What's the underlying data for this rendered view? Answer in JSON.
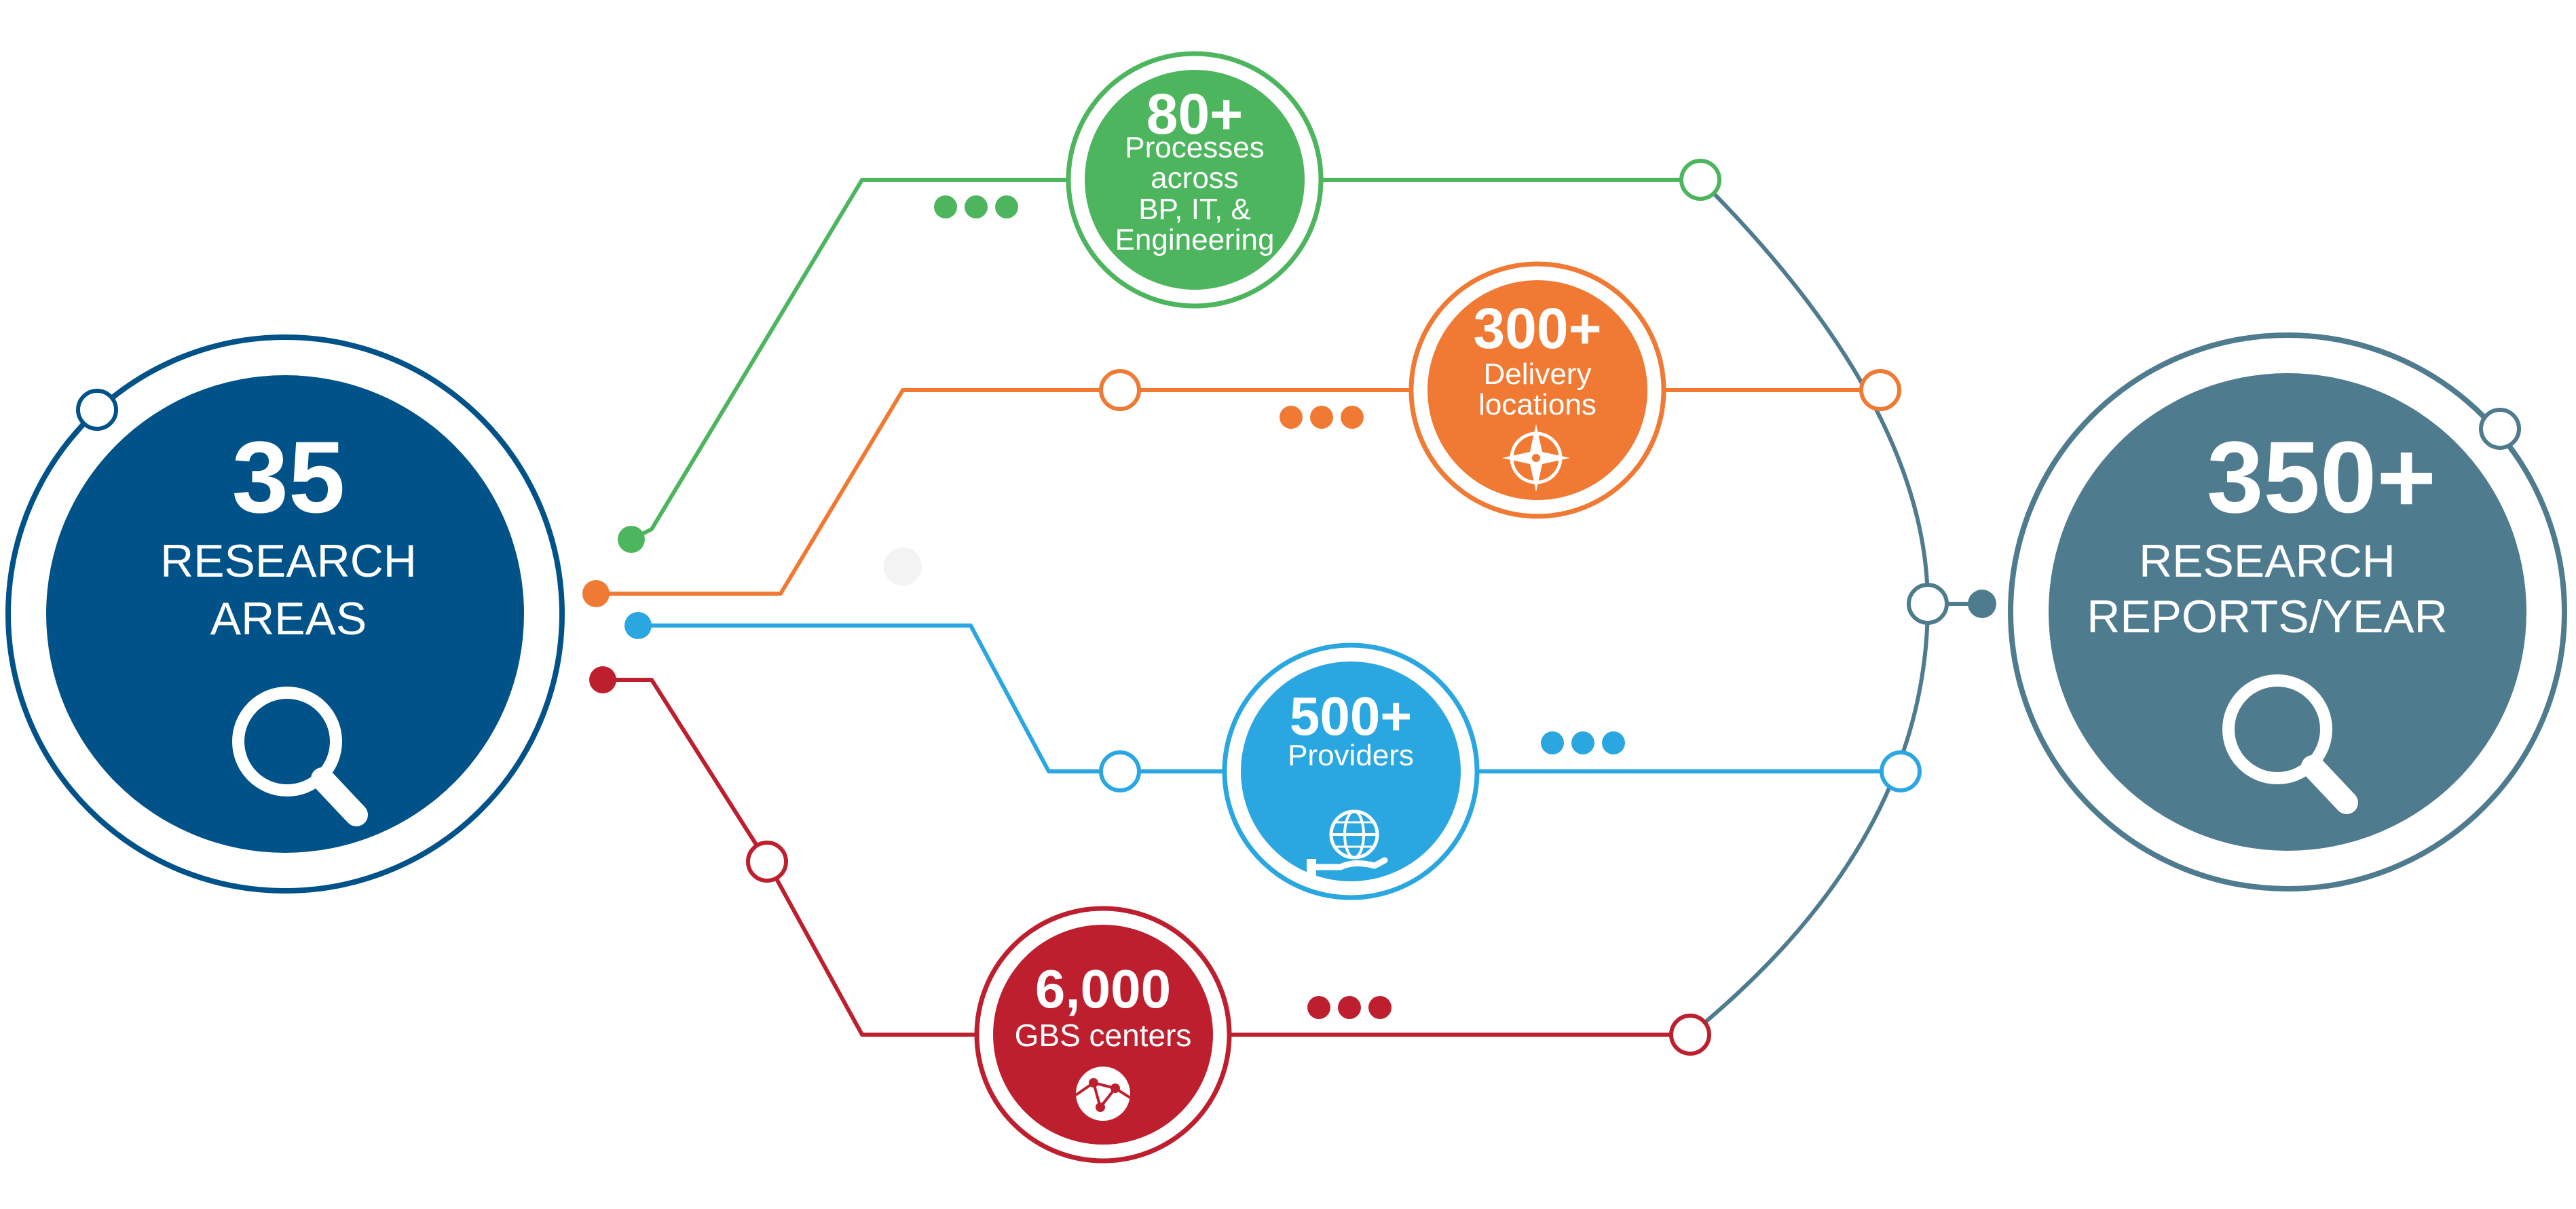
{
  "colors": {
    "navy": "#005288",
    "slate": "#4f7b8f",
    "green": "#4db55e",
    "orange": "#f07a33",
    "blue": "#2aa7e0",
    "red": "#bd1f2e",
    "white": "#ffffff"
  },
  "left_hub": {
    "value": "35",
    "label_line1": "RESEARCH",
    "label_line2": "AREAS",
    "icon": "magnifier-icon"
  },
  "right_hub": {
    "value": "350+",
    "label_line1": "RESEARCH",
    "label_line2": "REPORTS/YEAR",
    "icon": "magnifier-icon"
  },
  "nodes": [
    {
      "id": "processes",
      "color": "green",
      "value": "80+",
      "lines": [
        "Processes",
        "across",
        "BP, IT, &",
        "Engineering"
      ],
      "icon": ""
    },
    {
      "id": "delivery",
      "color": "orange",
      "value": "300+",
      "lines": [
        "Delivery",
        "locations"
      ],
      "icon": "compass-icon"
    },
    {
      "id": "providers",
      "color": "blue",
      "value": "500+",
      "lines": [
        "Providers"
      ],
      "icon": "globe-hand-icon"
    },
    {
      "id": "gbs",
      "color": "red",
      "value": "6,000",
      "lines": [
        "GBS centers"
      ],
      "icon": "network-globe-icon"
    }
  ]
}
